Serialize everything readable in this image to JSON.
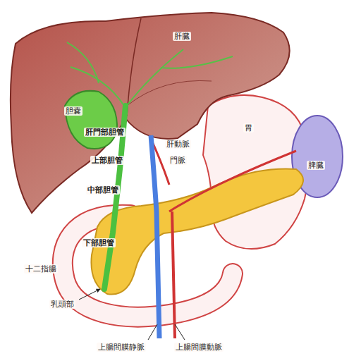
{
  "diagram": {
    "labels": [
      "肝臓",
      "胆嚢",
      "肝門部胆管",
      "上部胆管",
      "中部胆管",
      "下部胆管",
      "肝動脈",
      "門脈",
      "胃",
      "脾臓",
      "十二指腸",
      "乳頭部",
      "上腸間膜静脈",
      "上腸間膜動脈"
    ]
  }
}
